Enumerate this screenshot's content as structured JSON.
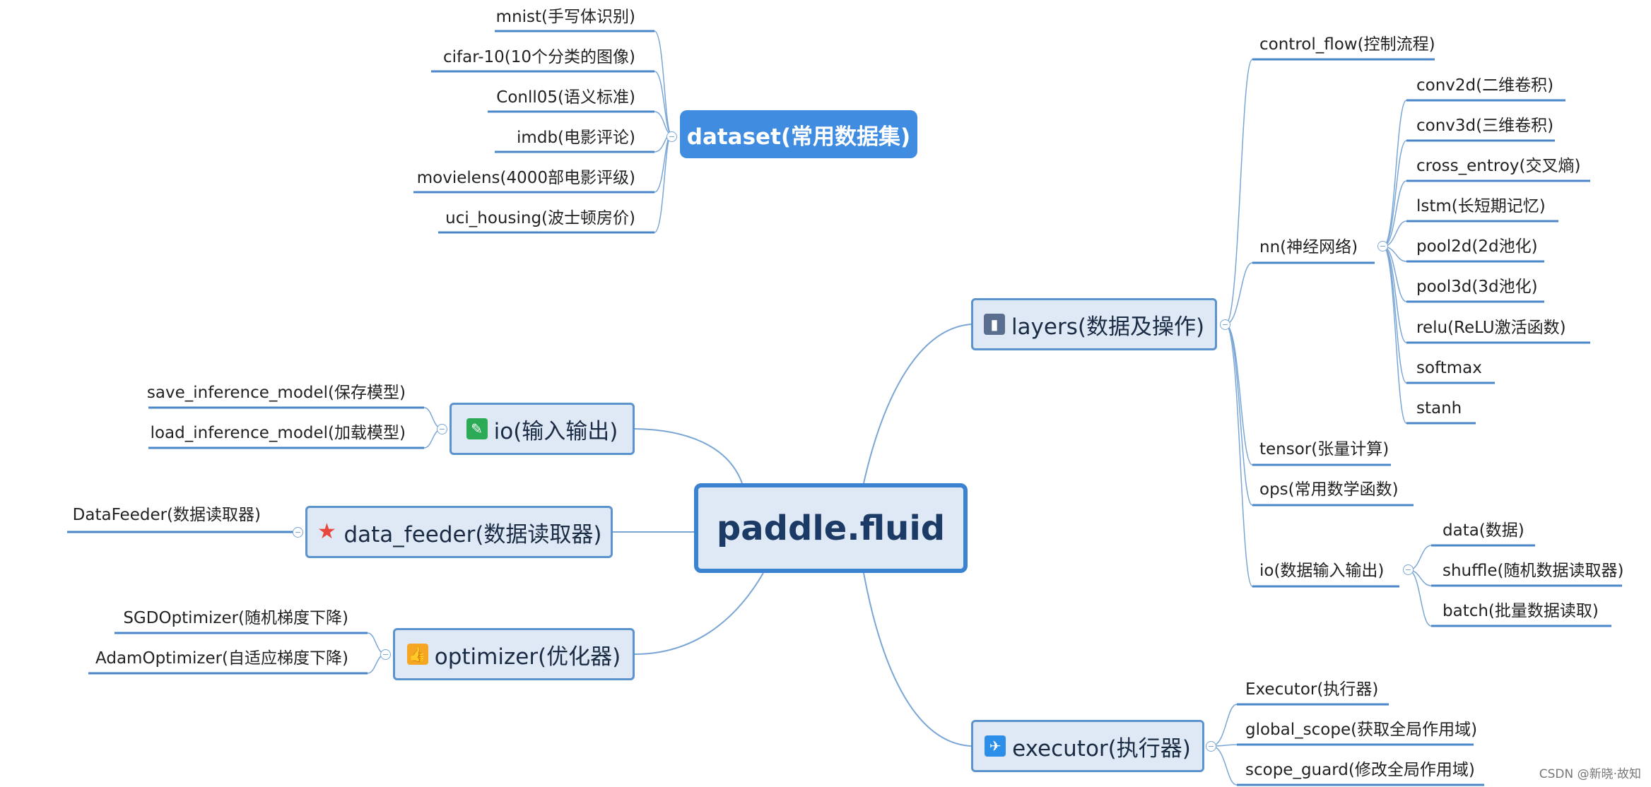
{
  "root": {
    "label": "paddle.fluid"
  },
  "dataset": {
    "label": "dataset(常用数据集)",
    "items": [
      "mnist(手写体识别)",
      "cifar-10(10个分类的图像)",
      "Conll05(语义标准)",
      "imdb(电影评论)",
      "movielens(4000部电影评级)",
      "uci_housing(波士顿房价)"
    ]
  },
  "io": {
    "label": "io(输入输出)",
    "icon": "pencil-icon",
    "icon_color": "#2daa56",
    "items": [
      "save_inference_model(保存模型)",
      "load_inference_model(加载模型)"
    ]
  },
  "data_feeder": {
    "label": "data_feeder(数据读取器)",
    "icon": "star-icon",
    "icon_color": "#e8473c",
    "items": [
      "DataFeeder(数据读取器)"
    ]
  },
  "optimizer": {
    "label": "optimizer(优化器)",
    "icon": "thumbs-up-icon",
    "icon_color": "#f5a623",
    "items": [
      "SGDOptimizer(随机梯度下降)",
      "AdamOptimizer(自适应梯度下降)"
    ]
  },
  "layers": {
    "label": "layers(数据及操作)",
    "icon": "bar-chart-icon",
    "icon_color": "#5a6f8f",
    "control_flow": "control_flow(控制流程)",
    "nn": {
      "label": "nn(神经网络)",
      "items": [
        "conv2d(二维卷积)",
        "conv3d(三维卷积)",
        "cross_entroy(交叉熵)",
        "lstm(长短期记忆)",
        "pool2d(2d池化)",
        "pool3d(3d池化)",
        "relu(ReLU激活函数)",
        "softmax",
        "stanh"
      ]
    },
    "tensor": "tensor(张量计算)",
    "ops": "ops(常用数学函数)",
    "io": {
      "label": "io(数据输入输出)",
      "items": [
        "data(数据)",
        "shuffle(随机数据读取器)",
        "batch(批量数据读取)"
      ]
    }
  },
  "executor": {
    "label": "executor(执行器)",
    "icon": "airplane-icon",
    "icon_color": "#2b8ee8",
    "items": [
      "Executor(执行器)",
      "global_scope(获取全局作用域)",
      "scope_guard(修改全局作用域)"
    ]
  },
  "watermark": "CSDN @新晓·故知",
  "colors": {
    "line": "#7aa6d6",
    "underline": "#4a86c8",
    "node_fill": "#dfe8f5",
    "node_border": "#5b93cd",
    "dataset_fill": "#3f8ce0"
  }
}
